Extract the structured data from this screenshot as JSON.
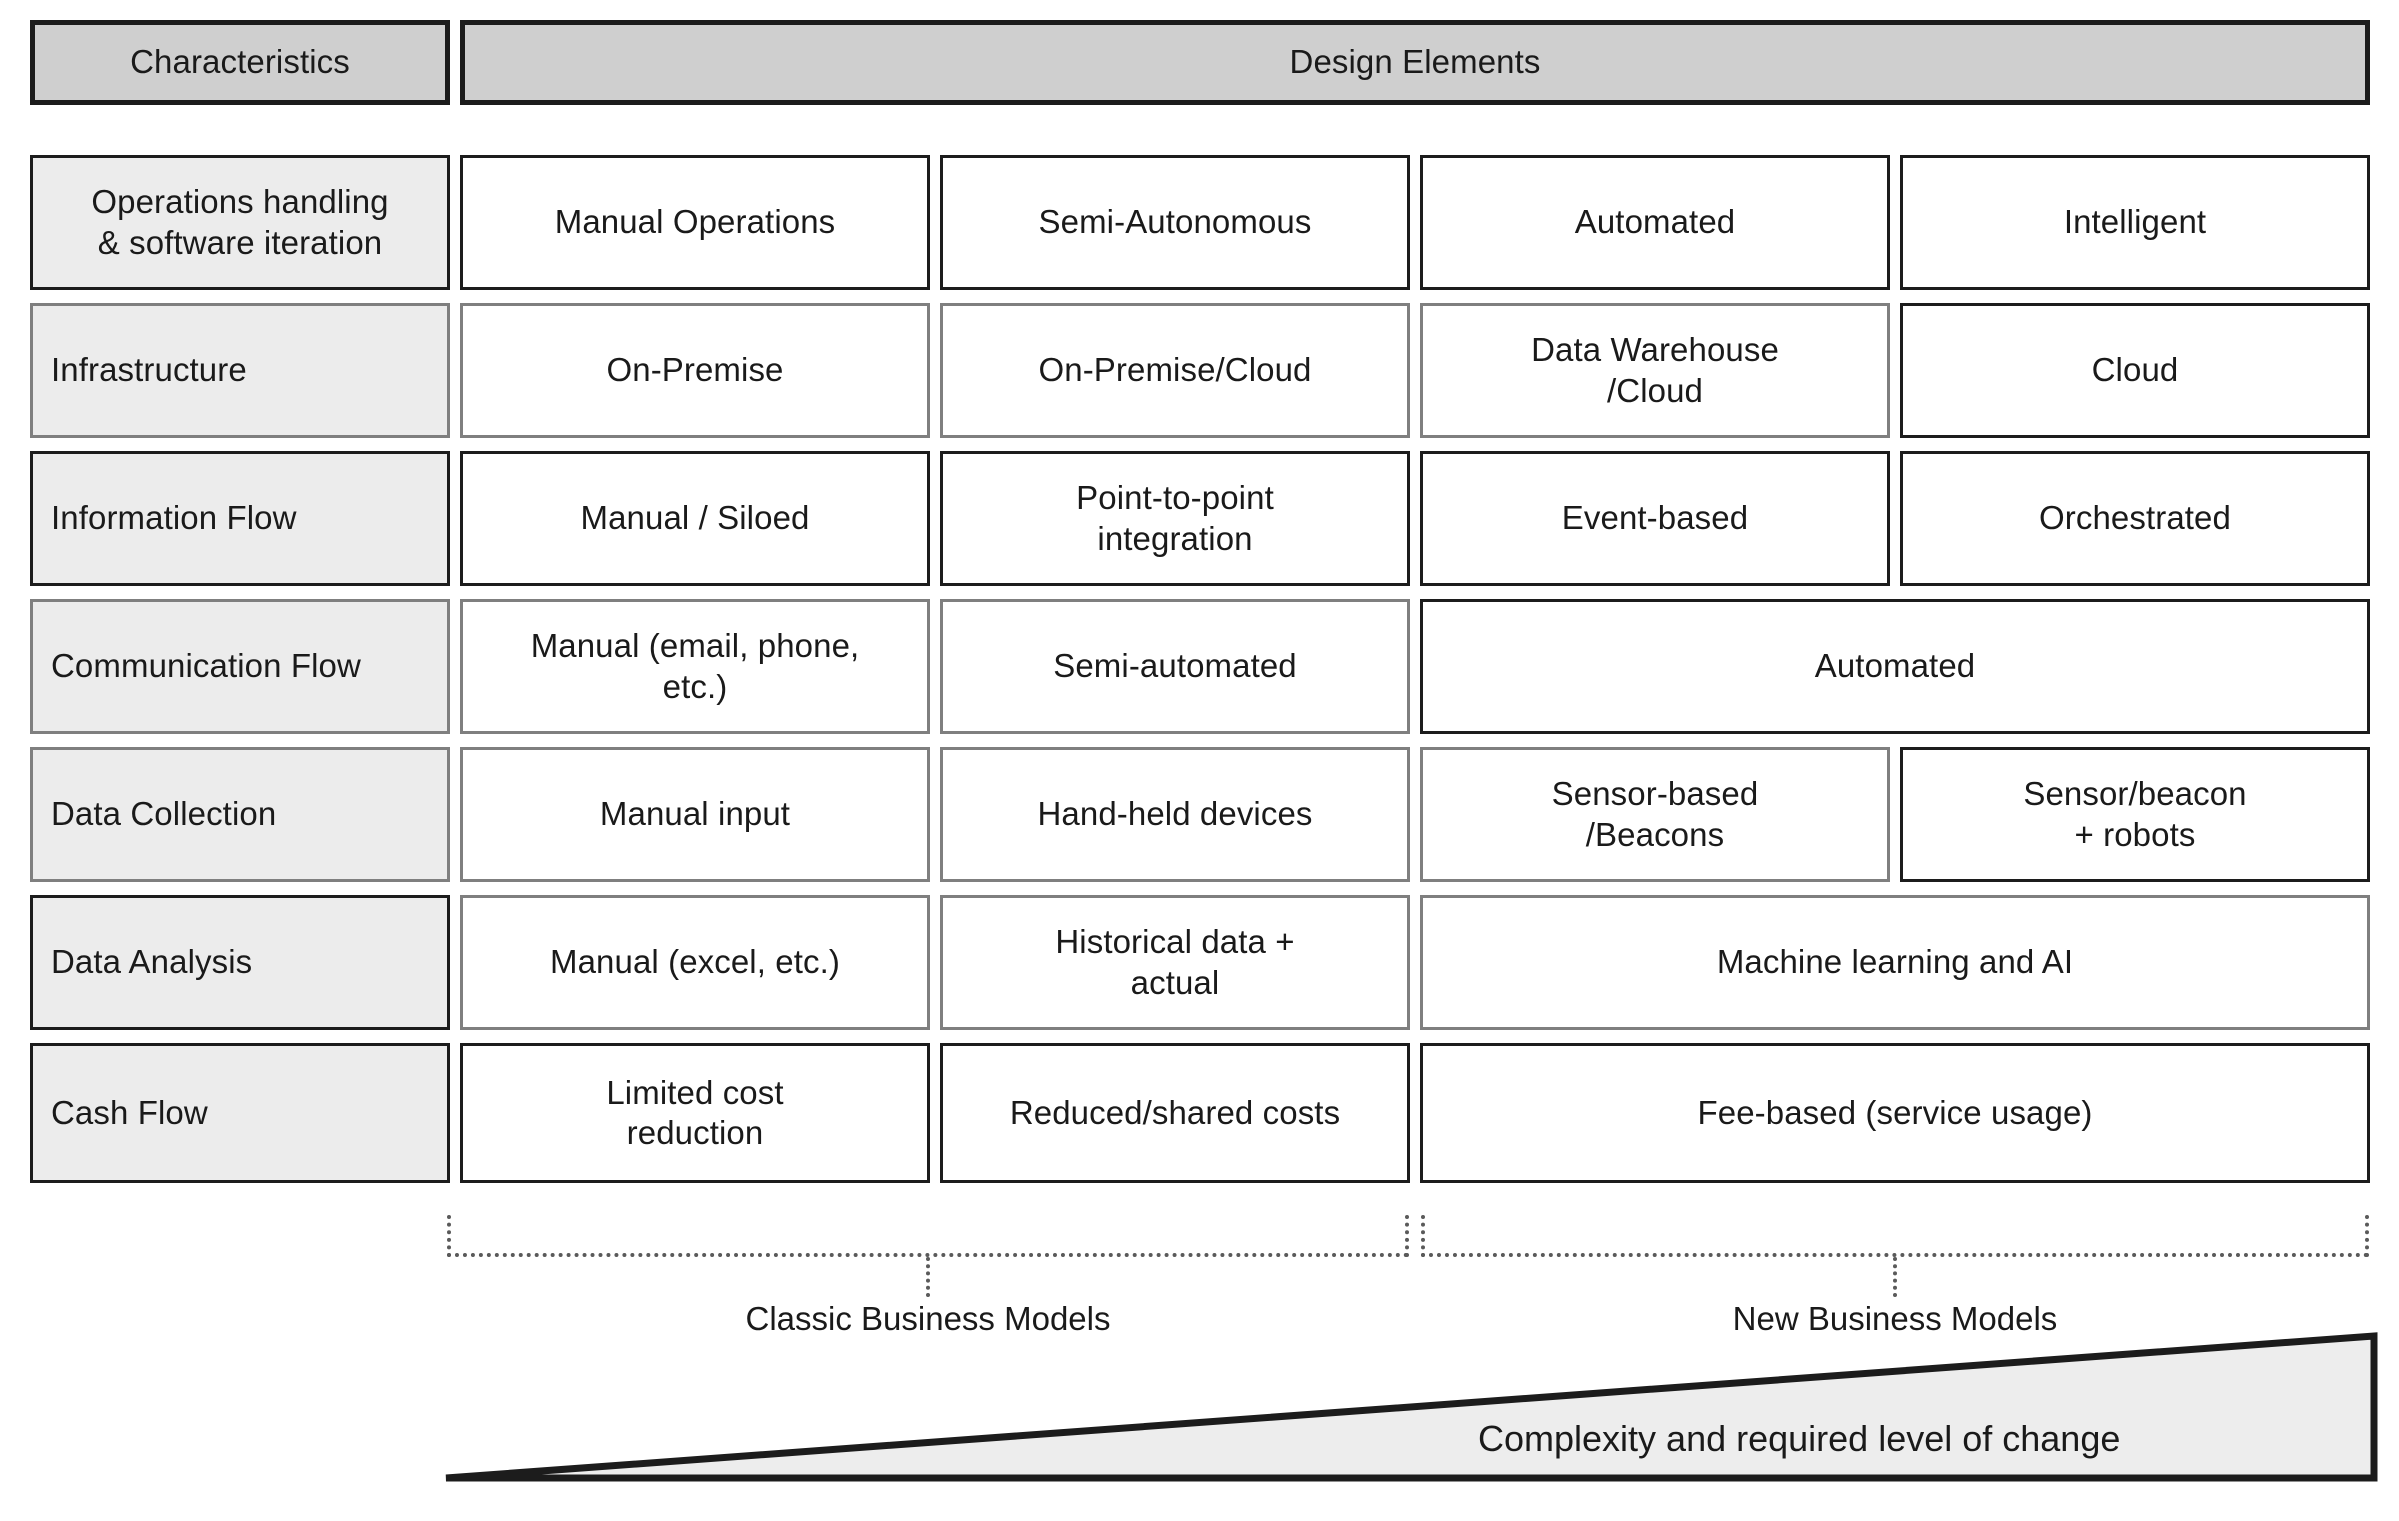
{
  "matrix": {
    "header": {
      "characteristics_label": "Characteristics",
      "design_elements_label": "Design Elements"
    },
    "rows": [
      {
        "characteristic": "Operations handling\n& software iteration",
        "cells": [
          {
            "text": "Manual Operations"
          },
          {
            "text": "Semi-Autonomous"
          },
          {
            "text": "Automated"
          },
          {
            "text": "Intelligent"
          }
        ]
      },
      {
        "characteristic": "Infrastructure",
        "cells": [
          {
            "text": "On-Premise"
          },
          {
            "text": "On-Premise/Cloud"
          },
          {
            "text": "Data Warehouse\n/Cloud"
          },
          {
            "text": "Cloud"
          }
        ]
      },
      {
        "characteristic": "Information Flow",
        "cells": [
          {
            "text": "Manual / Siloed"
          },
          {
            "text": "Point-to-point\nintegration"
          },
          {
            "text": "Event-based"
          },
          {
            "text": "Orchestrated"
          }
        ]
      },
      {
        "characteristic": "Communication Flow",
        "cells": [
          {
            "text": "Manual (email, phone,\netc.)"
          },
          {
            "text": "Semi-automated"
          },
          {
            "text": "Automated",
            "span": 2
          }
        ]
      },
      {
        "characteristic": "Data Collection",
        "cells": [
          {
            "text": "Manual input"
          },
          {
            "text": "Hand-held devices"
          },
          {
            "text": "Sensor-based\n/Beacons"
          },
          {
            "text": "Sensor/beacon\n+ robots"
          }
        ]
      },
      {
        "characteristic": "Data Analysis",
        "cells": [
          {
            "text": "Manual (excel, etc.)"
          },
          {
            "text": "Historical data +\nactual"
          },
          {
            "text": "Machine learning and AI",
            "span": 2
          }
        ]
      },
      {
        "characteristic": "Cash Flow",
        "cells": [
          {
            "text": "Limited cost\nreduction"
          },
          {
            "text": "Reduced/shared costs"
          },
          {
            "text": "Fee-based (service usage)",
            "span": 2
          }
        ]
      }
    ],
    "brackets": [
      {
        "label": "Classic Business Models"
      },
      {
        "label": "New Business Models"
      }
    ],
    "wedge": {
      "label": "Complexity and required level of change"
    },
    "colors": {
      "header_fill": "#cfcfcf",
      "characteristic_fill": "#ececec",
      "cell_fill": "#ffffff",
      "border_gray": "#7f7f7f",
      "border_dark": "#1c1c1c",
      "wedge_fill": "#ededed",
      "text": "#1a1a1a"
    }
  }
}
